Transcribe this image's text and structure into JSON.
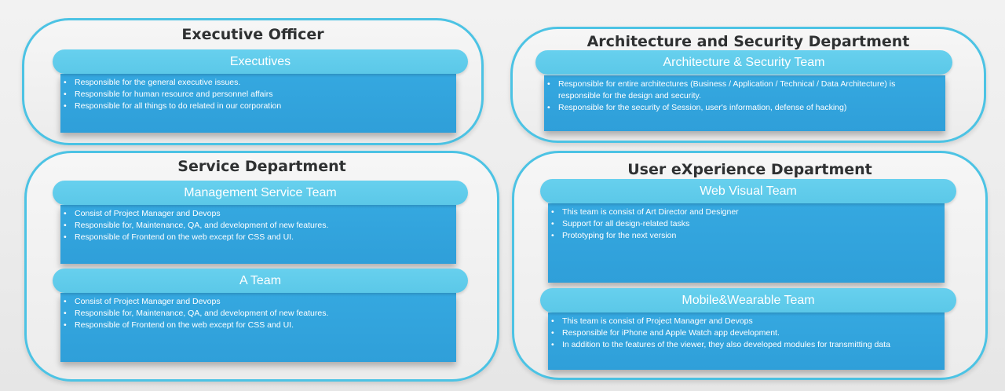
{
  "departments": [
    {
      "title": "Executive Officer",
      "teams": [
        {
          "name": "Executives",
          "bullets": [
            "Responsible for the general executive issues.",
            "Responsible for human resource and personnel affairs",
            "Responsible for all things to do related in our corporation"
          ]
        }
      ]
    },
    {
      "title": "Architecture and Security Department",
      "teams": [
        {
          "name": "Architecture & Security Team",
          "bullets": [
            "Responsible for entire architectures (Business / Application / Technical / Data Architecture) is responsible for the design and security.",
            "Responsible for the security of Session, user's information, defense of hacking)"
          ]
        }
      ]
    },
    {
      "title": "Service Department",
      "teams": [
        {
          "name": "Management Service Team",
          "bullets": [
            "Consist of Project Manager and Devops",
            "Responsible for, Maintenance, QA, and development of new features.",
            "Responsible of Frontend on the web except for CSS and UI."
          ]
        },
        {
          "name": "A Team",
          "bullets": [
            "Consist of Project Manager and Devops",
            "Responsible for, Maintenance, QA, and development of new features.",
            "Responsible of Frontend on the web except for CSS and UI."
          ]
        }
      ]
    },
    {
      "title": "User eXperience Department",
      "teams": [
        {
          "name": "Web Visual Team",
          "bullets": [
            "This team is consist of Art Director and Designer",
            "Support for all design-related tasks",
            "Prototyping for the next version"
          ]
        },
        {
          "name": "Mobile&Wearable Team",
          "bullets": [
            "This team is consist of Project Manager and Devops",
            "Responsible for iPhone and Apple Watch app development.",
            "In addition to the features of the viewer, they also developed modules for transmitting data"
          ]
        }
      ]
    }
  ],
  "colors": {
    "outline": "#4cc3e4",
    "header": "#5bc8e8",
    "body": "#35a8e0",
    "text": "#ffffff"
  }
}
